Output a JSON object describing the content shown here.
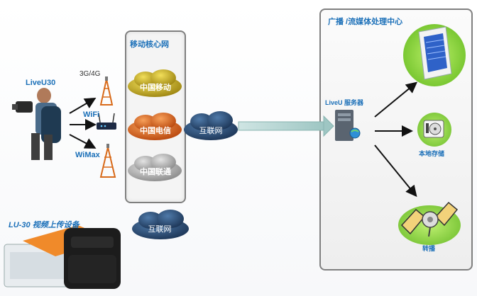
{
  "left": {
    "device_label": "LiveU30",
    "link_3g4g": "3G/4G",
    "link_wifi": "WiFi",
    "link_wimax": "WiMax",
    "upload_device_label": "LU-30 视频上传设备"
  },
  "core": {
    "title": "移动核心网",
    "carriers": [
      "中国移动",
      "中国电信",
      "中国联通"
    ]
  },
  "internet": {
    "main_label": "互联网",
    "lower_label": "互联网"
  },
  "center": {
    "title": "广播 /流媒体处理中心",
    "server_label": "LiveU 服务器",
    "storage_label": "本地存储",
    "relay_label": "转播"
  },
  "colors": {
    "accent_blue": "#1a6fb8",
    "box_border": "#7f7f7f",
    "cloud_yellow": "#c9b020",
    "cloud_orange": "#d9661c",
    "cloud_gray": "#a8a8a8",
    "cloud_navy": "#2b4d78",
    "green_glow": "#7ed321"
  }
}
